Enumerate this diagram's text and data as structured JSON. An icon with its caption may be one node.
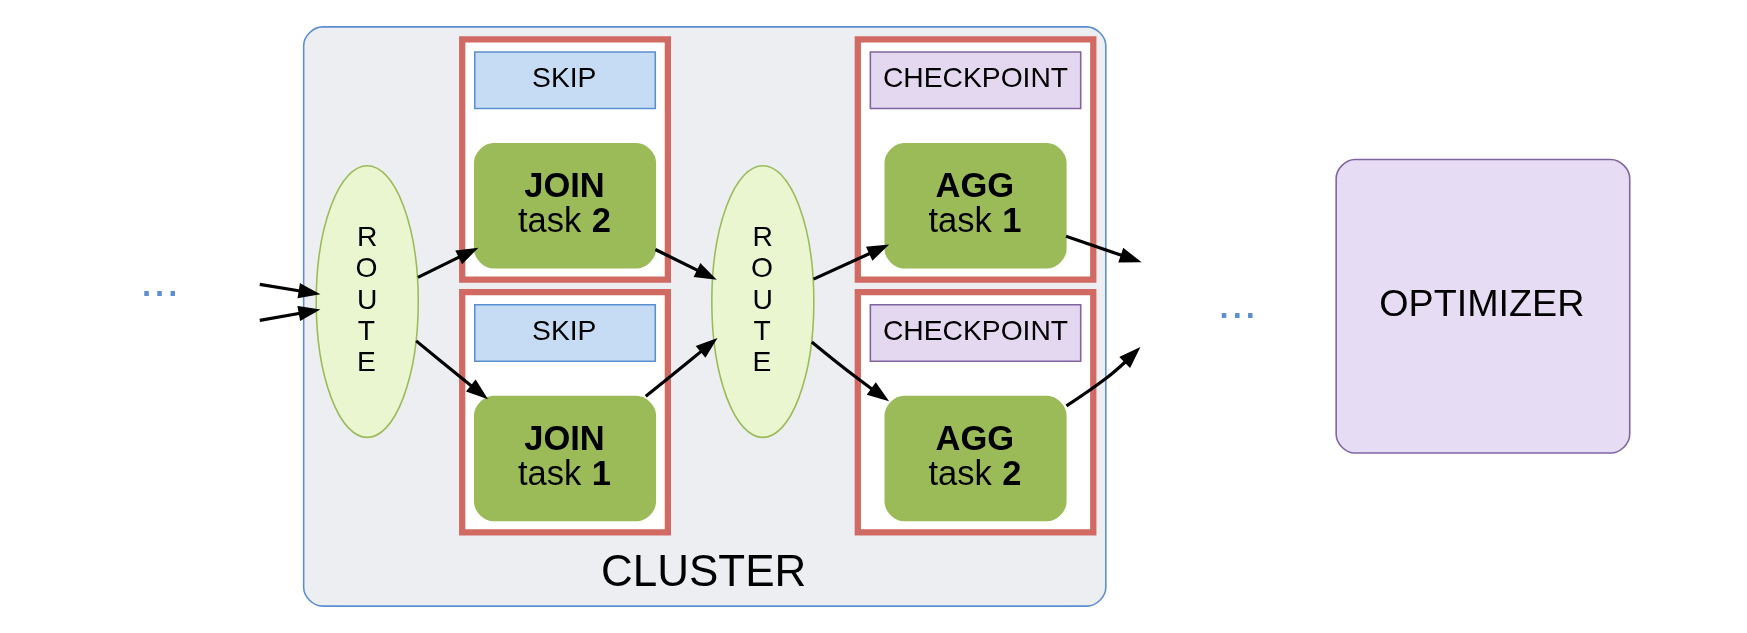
{
  "diagram": {
    "nodes": [
      {
        "text": [
          "CLUSTER"
        ]
      },
      {
        "text": [
          "R O U T E"
        ],
        "in": 0
      },
      {
        "text": [],
        "shape": "box",
        "in": 0
      },
      {
        "text": [
          "SKIP"
        ],
        "in": 2
      },
      {
        "text": [
          "JOIN",
          "task **1**"
        ],
        "in": 2
      },
      {
        "text": [],
        "shape": "box",
        "in": 0
      },
      {
        "text": [
          "SKIP"
        ],
        "in": 5
      },
      {
        "text": [
          "JOIN",
          "task **2**"
        ],
        "in": 5
      },
      {
        "text": [
          "R O U T E"
        ],
        "in": 0
      },
      {
        "text": [],
        "shape": "box",
        "in": 0
      },
      {
        "text": [
          "CHECKPOINT"
        ],
        "in": 9
      },
      {
        "text": [
          "AGG",
          "task **1**"
        ],
        "in": 9
      },
      {
        "text": [],
        "shape": "box",
        "in": 0
      },
      {
        "text": [
          "CHECKPOINT"
        ],
        "in": 12
      },
      {
        "text": [
          "AGG",
          "task **2**"
        ],
        "in": 12
      },
      {
        "text": [
          "OPTIMIZER"
        ]
      }
    ],
    "edges": [
      {
        "from": null,
        "to": 1,
        "arrow": "to"
      },
      {
        "from": null,
        "to": 1,
        "arrow": "to"
      },
      {
        "from": 1,
        "to": 4,
        "arrow": "to"
      },
      {
        "from": 1,
        "to": 7,
        "arrow": "to"
      },
      {
        "from": 4,
        "to": 8,
        "arrow": "to"
      },
      {
        "from": 7,
        "to": 8,
        "arrow": "to"
      },
      {
        "from": 8,
        "to": 11,
        "arrow": "to"
      },
      {
        "from": 8,
        "to": 14,
        "arrow": "to"
      },
      {
        "from": 11,
        "to": null,
        "arrow": "to"
      },
      {
        "from": 14,
        "to": null,
        "arrow": "to"
      }
    ],
    "labels": [
      "...",
      "..."
    ]
  }
}
